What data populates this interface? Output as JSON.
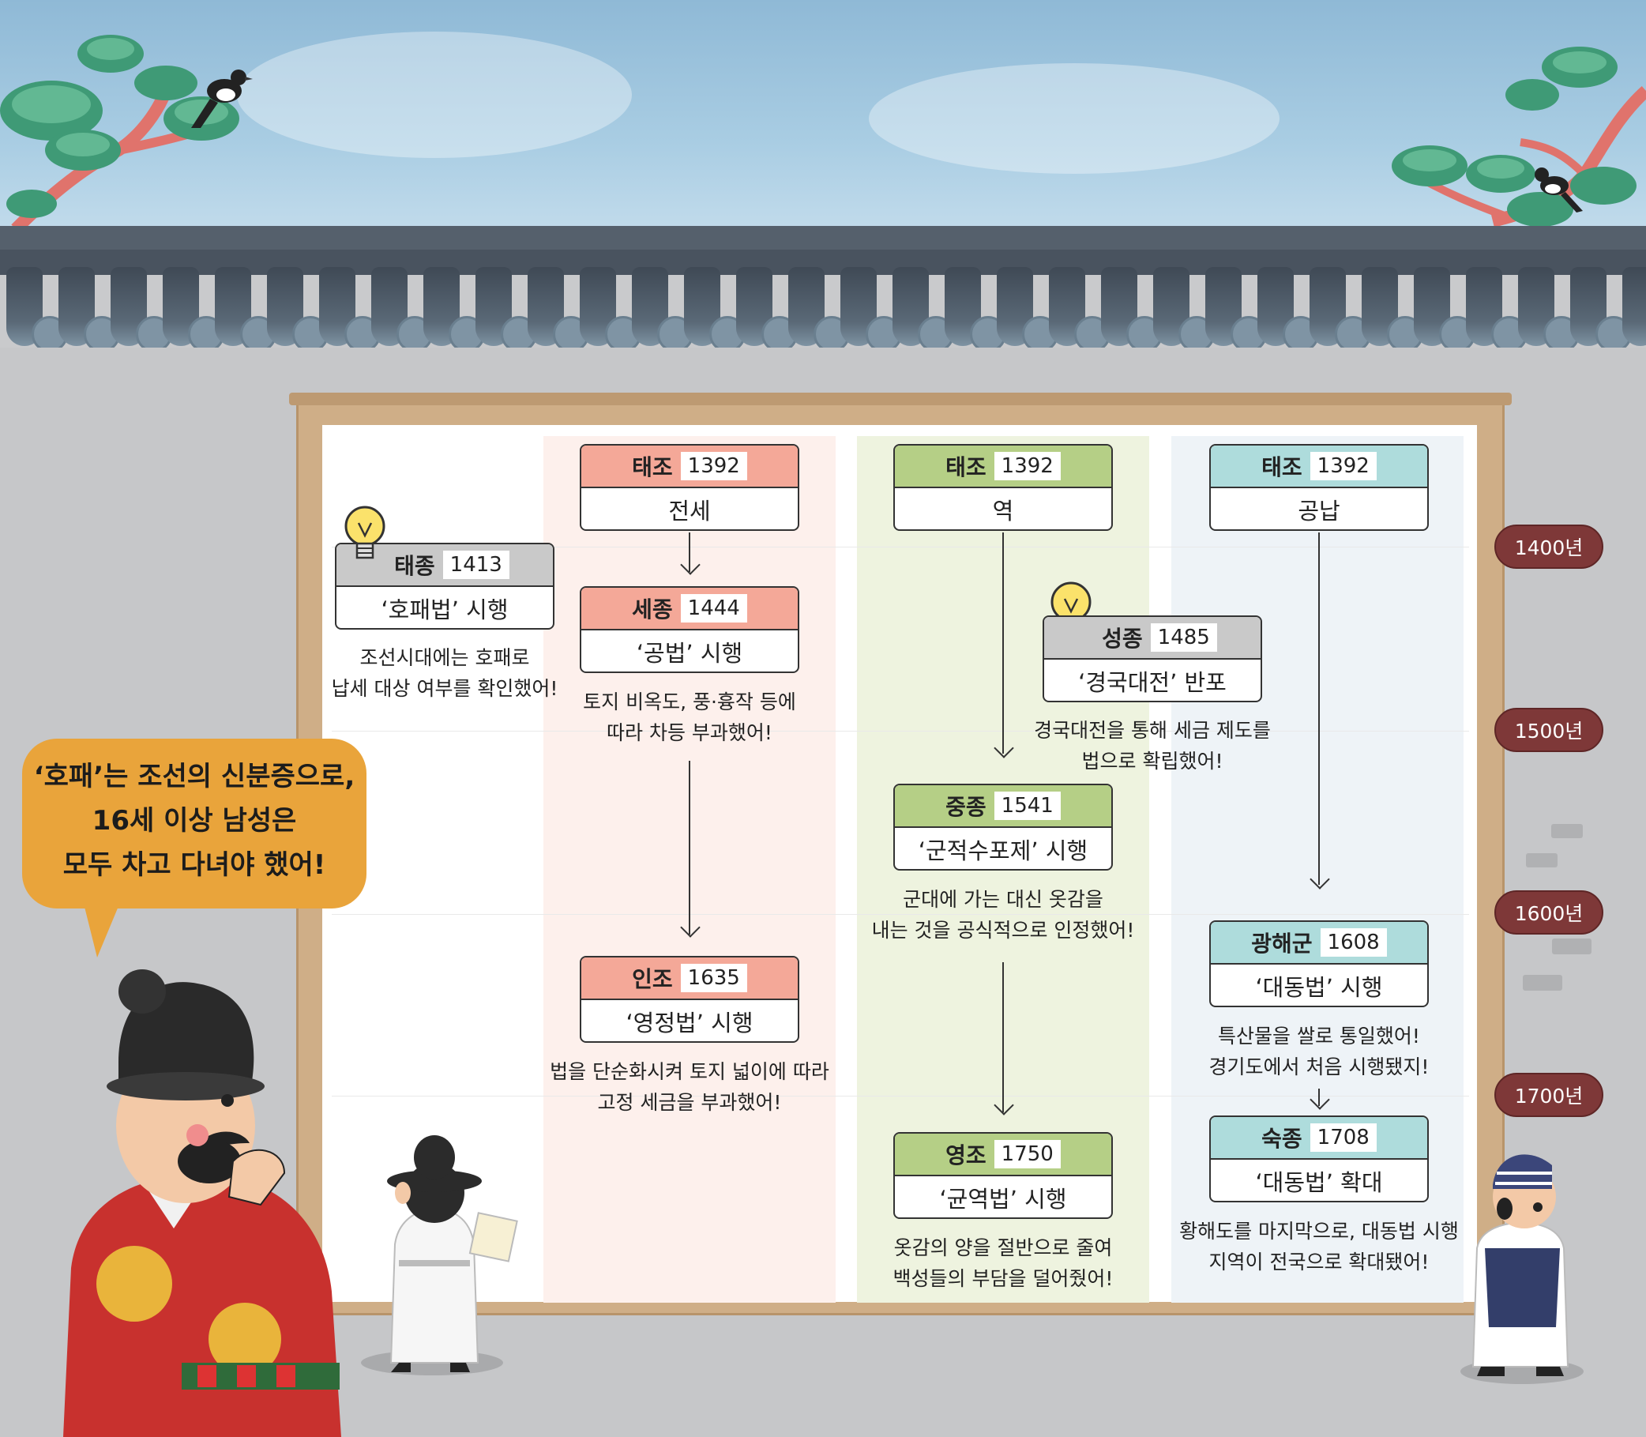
{
  "speech_bubble": {
    "lines": [
      "‘호패’는 조선의 신분증으로,",
      "16세 이상 남성은",
      "모두 차고 다녀야 했어!"
    ]
  },
  "year_markers": [
    "1400년",
    "1500년",
    "1600년",
    "1700년"
  ],
  "standalone": {
    "king": "태종",
    "year": "1413",
    "event": "‘호패법’ 시행",
    "desc": [
      "조선시대에는 호패로",
      "납세 대상 여부를 확인했어!"
    ]
  },
  "columns": [
    {
      "color": "#f4a898",
      "events": [
        {
          "king": "태조",
          "year": "1392",
          "event": "전세",
          "desc": []
        },
        {
          "king": "세종",
          "year": "1444",
          "event": "‘공법’ 시행",
          "desc": [
            "토지 비옥도, 풍·흉작 등에",
            "따라 차등 부과했어!"
          ]
        },
        {
          "king": "인조",
          "year": "1635",
          "event": "‘영정법’ 시행",
          "desc": [
            "법을 단순화시켜 토지 넓이에 따라",
            "고정 세금을 부과했어!"
          ]
        }
      ]
    },
    {
      "color": "#b5cf86",
      "events": [
        {
          "king": "태조",
          "year": "1392",
          "event": "역",
          "desc": []
        },
        {
          "king": "중종",
          "year": "1541",
          "event": "‘군적수포제’ 시행",
          "desc": [
            "군대에 가는 대신 옷감을",
            "내는 것을 공식적으로 인정했어!"
          ]
        },
        {
          "king": "영조",
          "year": "1750",
          "event": "‘균역법’ 시행",
          "desc": [
            "옷감의 양을 절반으로 줄여",
            "백성들의 부담을 덜어줬어!"
          ]
        }
      ],
      "side_event": {
        "king": "성종",
        "year": "1485",
        "event": "‘경국대전’ 반포",
        "desc": [
          "경국대전을 통해 세금 제도를",
          "법으로 확립했어!"
        ]
      }
    },
    {
      "color": "#aedcdc",
      "events": [
        {
          "king": "태조",
          "year": "1392",
          "event": "공납",
          "desc": []
        },
        {
          "king": "광해군",
          "year": "1608",
          "event": "‘대동법’ 시행",
          "desc": [
            "특산물을 쌀로 통일했어!",
            "경기도에서 처음 시행됐지!"
          ]
        },
        {
          "king": "숙종",
          "year": "1708",
          "event": "‘대동법’ 확대",
          "desc": [
            "황해도를 마지막으로, 대동법 시행",
            "지역이 전국으로 확대됐어!"
          ]
        }
      ]
    }
  ],
  "colors": {
    "year_badge": "#7e3838",
    "bubble": "#e9a43b",
    "standalone_header": "#c9c9c9"
  },
  "icons": [
    "lightbulb-icon",
    "pine-tree",
    "magpie",
    "king-character",
    "scholar-character",
    "boy-character"
  ]
}
